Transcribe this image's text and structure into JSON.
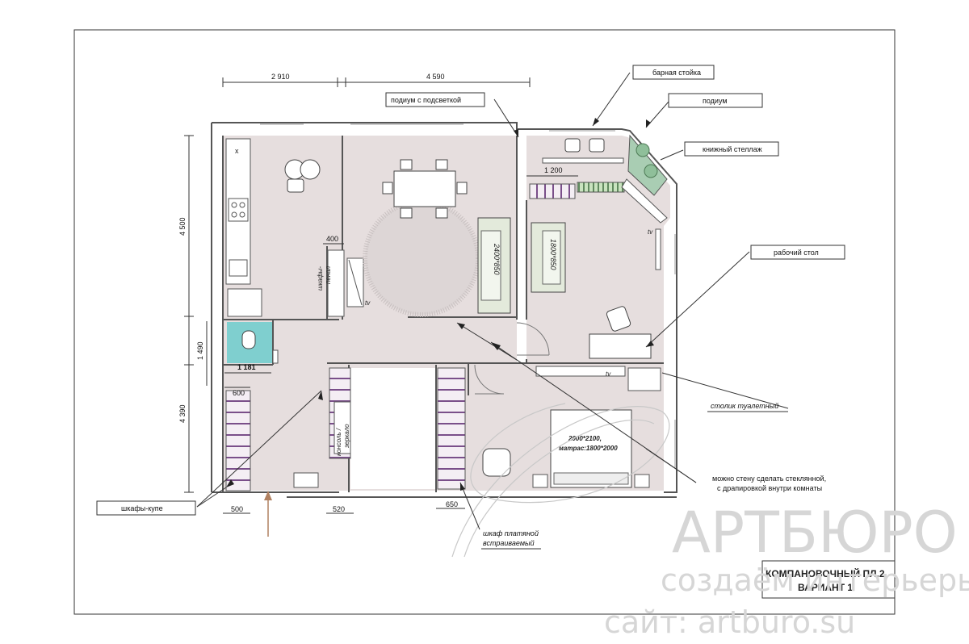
{
  "dimensions": {
    "top_1": "2 910",
    "top_2": "4 590",
    "left_1": "4 500",
    "left_2": "1 490",
    "left_3": "4 390",
    "inner_1200": "1 200",
    "inner_400": "400",
    "inner_1181": "1 181",
    "inner_600": "600",
    "bottom_500": "500",
    "bottom_520": "520",
    "bottom_650": "650"
  },
  "callouts": {
    "bar": "барная стойка",
    "podium_light": "подиум с подсветкой",
    "podium": "подиум",
    "bookshelf": "книжный стеллаж",
    "desk": "рабочий стол",
    "dressing_table": "столик туалетный",
    "glass_wall_1": "можно стену сделать стеклянной,",
    "glass_wall_2": "с драпировкой внутри комнаты",
    "wardrobes": "шкафы-купе",
    "closet_1": "шкаф платяной",
    "closet_2": "встраиваемый"
  },
  "room_labels": {
    "sofa_1": "2400*850",
    "sofa_2": "1800*850",
    "bed_1": "2000*2100,",
    "bed_2": "матрас:1800*2000",
    "pencil_1": "шкафы-",
    "pencil_2": "пенал",
    "console_1": "консоль /",
    "console_2": "зеркало",
    "tv": "tv",
    "stove_x": "x"
  },
  "title_block": {
    "line1": "КОМПАНОВОЧНЫЙ ПЛ.2",
    "line2": "ВАРИАНТ 1"
  },
  "watermark": {
    "brand": "АРТБЮРО",
    "slogan": "создаём интерьеры",
    "site": "сайт: artburo.su"
  },
  "colors": {
    "floor": "#e6dede",
    "wall": "#ffffff",
    "wall_stroke": "#555555",
    "bathroom": "#7fcfcf",
    "sofa": "#e3eadb",
    "plants": "#a9cdb3",
    "wardrobe_stripe": "#7a4f8a",
    "bookshelf": "#b9d9b0"
  }
}
